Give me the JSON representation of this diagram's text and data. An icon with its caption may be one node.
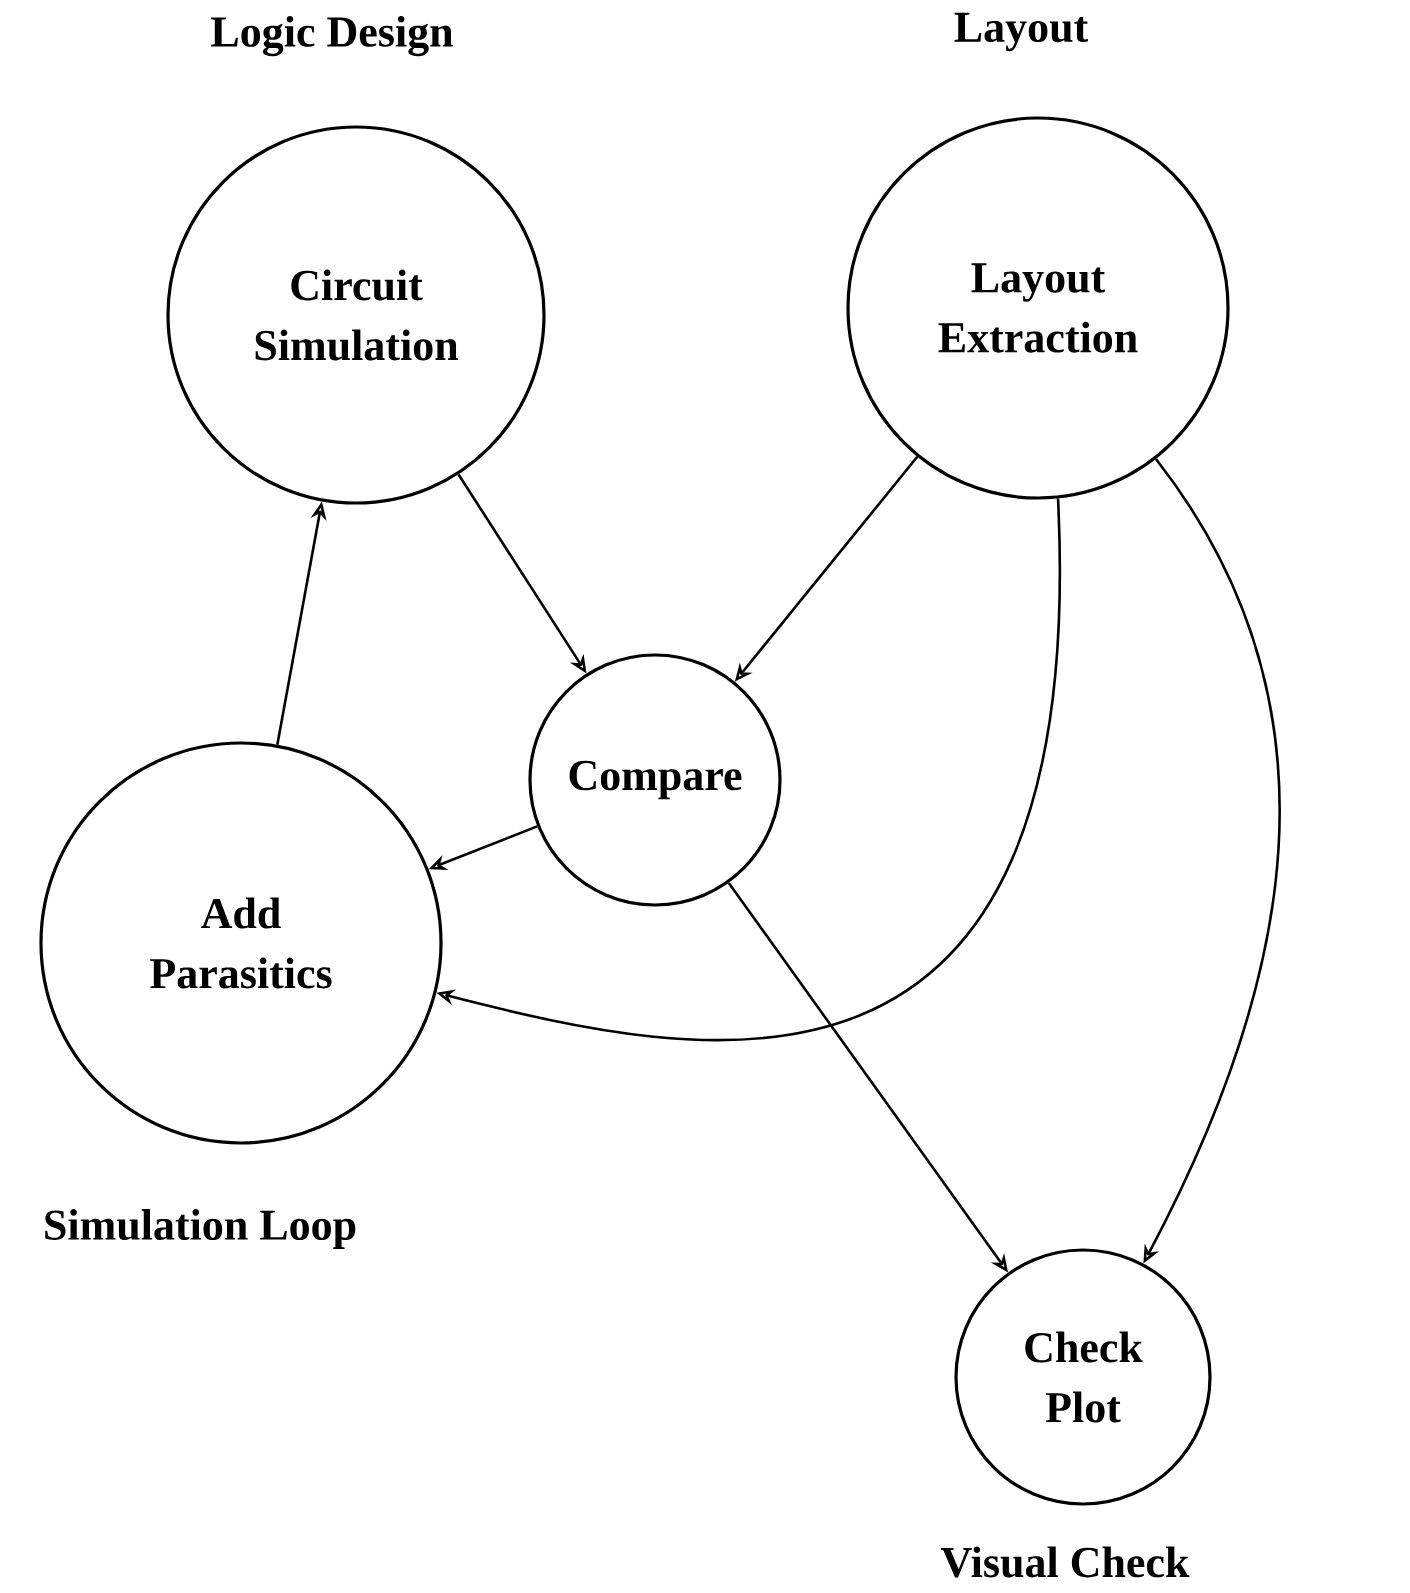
{
  "diagram": {
    "nodes": [
      {
        "text": [
          "Circuit Simulation"
        ]
      },
      {
        "text": [
          "Layout Extraction"
        ]
      },
      {
        "text": [
          "Compare"
        ]
      },
      {
        "text": [
          "Add Parasitics"
        ]
      },
      {
        "text": [
          "Check Plot"
        ]
      }
    ],
    "edges": [
      {
        "from": 0,
        "to": 2,
        "arrow": "to"
      },
      {
        "from": 1,
        "to": 2,
        "arrow": "to"
      },
      {
        "from": 2,
        "to": 3,
        "arrow": "to"
      },
      {
        "from": 3,
        "to": 0,
        "arrow": "to"
      },
      {
        "from": 1,
        "to": 3,
        "arrow": "to"
      },
      {
        "from": 2,
        "to": 4,
        "arrow": "to"
      },
      {
        "from": 1,
        "to": 4,
        "arrow": "to"
      }
    ],
    "labels": [
      "Logic Design",
      "Layout",
      "Simulation Loop",
      "Visual Check"
    ]
  }
}
